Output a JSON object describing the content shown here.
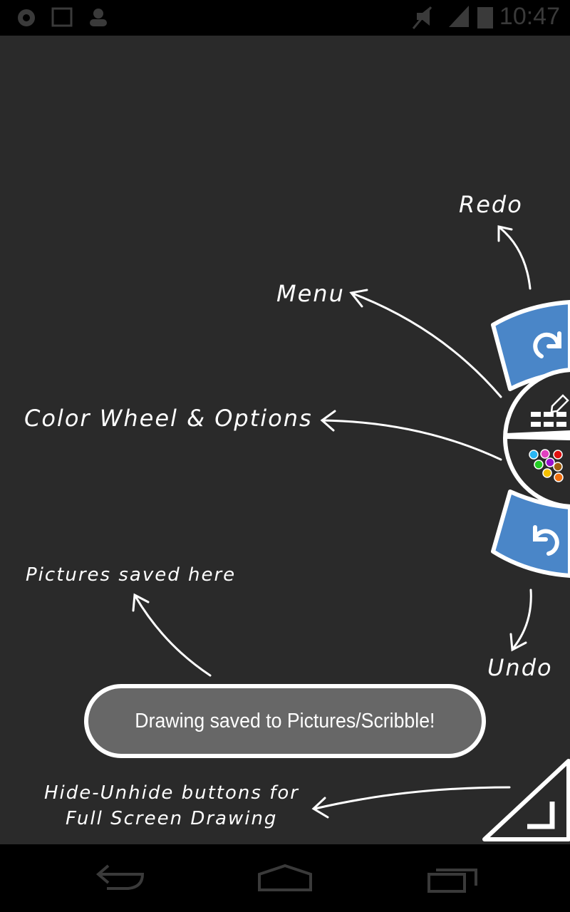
{
  "status_bar": {
    "time": "10:47",
    "left_icons": [
      "gear-icon",
      "image-icon",
      "person-icon"
    ],
    "right_icons": [
      "mute-icon",
      "signal-h-icon",
      "battery-icon"
    ]
  },
  "annotations": {
    "redo": "Redo",
    "menu": "Menu",
    "color_wheel": "Color Wheel & Options",
    "pictures": "Pictures saved here",
    "undo": "Undo",
    "hide_line1": "Hide-Unhide buttons for",
    "hide_line2": "Full Screen Drawing"
  },
  "toast": {
    "message": "Drawing saved to Pictures/Scribble!"
  },
  "controls": {
    "accent": "#4a86c8",
    "palette": [
      "#29b6f6",
      "#e040c0",
      "#e01010",
      "#22cc22",
      "#9a10d0",
      "#a06010",
      "#f5c000",
      "#f07010"
    ]
  },
  "nav_bar": {
    "icons": [
      "back-icon",
      "home-icon",
      "recents-icon"
    ]
  }
}
